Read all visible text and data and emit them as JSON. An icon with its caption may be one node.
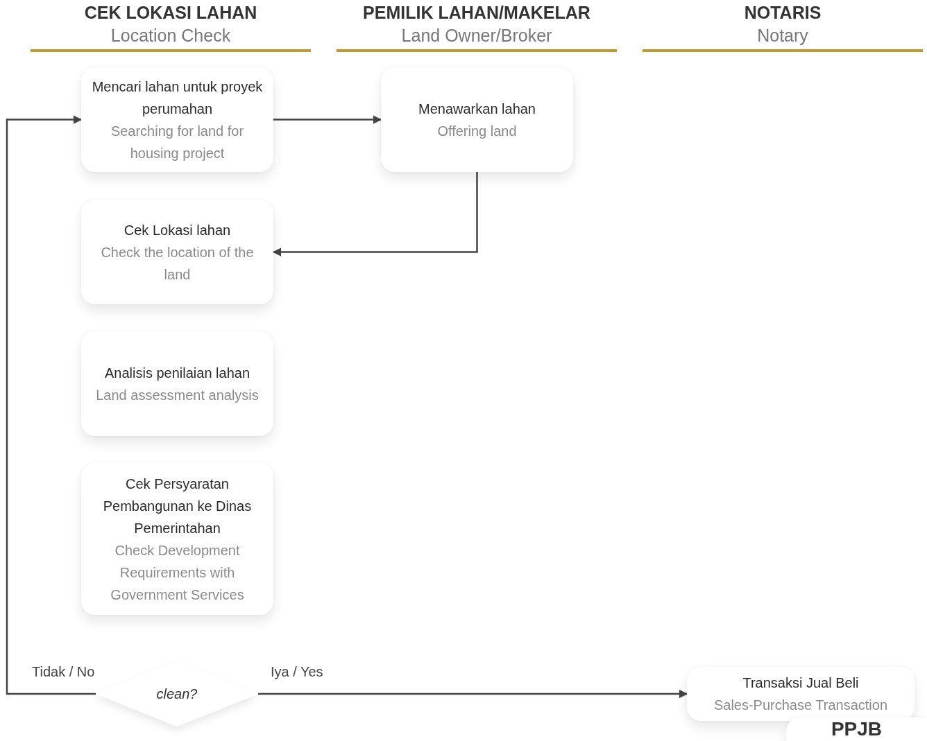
{
  "diagram": {
    "nodes": [
      {
        "text": [
          "Mencari lahan untuk proyek perumahan",
          "Searching for land for housing project"
        ]
      },
      {
        "text": [
          "Menawarkan lahan",
          "Offering land"
        ]
      },
      {
        "text": [
          "Cek Lokasi lahan",
          "Check the location of the land"
        ]
      },
      {
        "text": [
          "Analisis penilaian lahan",
          "Land assessment analysis"
        ]
      },
      {
        "text": [
          "Cek Persyaratan Pembangunan ke Dinas Pemerintahan",
          "Check Development Requirements with Government Services"
        ]
      },
      {
        "text": [
          "clean?"
        ]
      },
      {
        "text": [
          "Transaksi Jual Beli",
          "Sales-Purchase Transaction"
        ]
      },
      {
        "text": [
          "PPJB"
        ]
      }
    ],
    "edges": [
      {
        "from": 0,
        "to": 1,
        "arrow": "to"
      },
      {
        "from": 1,
        "to": 2,
        "arrow": "to"
      },
      {
        "from": 5,
        "to": 0,
        "arrow": "to",
        "label": "Tidak / No"
      },
      {
        "from": 5,
        "to": 6,
        "arrow": "to",
        "label": "Iya / Yes"
      }
    ],
    "labels": [
      "CEK LOKASI LAHAN",
      "Location Check",
      "PEMILIK LAHAN/MAKELAR",
      "Land Owner/Broker",
      "NOTARIS",
      "Notary"
    ]
  }
}
